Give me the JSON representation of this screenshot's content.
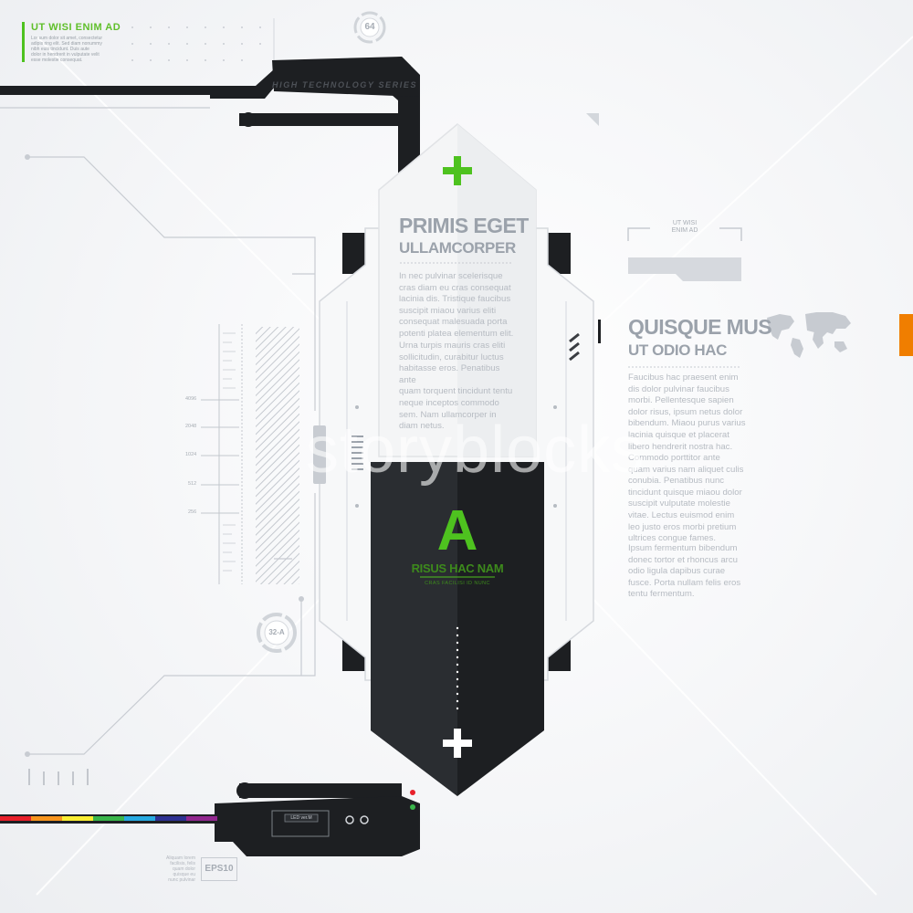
{
  "top_left": {
    "title": "UT WISI ENIM AD",
    "lines": [
      "Lor sum dolor sit amet, consectetur",
      "adipis ring elit. Sed diam nonummy",
      "nibh euis tincidunt. Duis aute",
      "dolor in hendrerit in vulputate velit",
      "esse molestie consequat."
    ]
  },
  "badge_top": "64",
  "series_label": "HIGH TECHNOLOGY SERIES",
  "center_panel": {
    "title_line1": "PRIMIS EGET",
    "title_line2": "ULLAMCORPER",
    "para1": [
      "In nec pulvinar scelerisque",
      "cras diam eu cras consequat",
      "lacinia dis. Tristique faucibus",
      "suscipit miaou varius eliti",
      "consequat malesuada porta",
      "potenti platea elementum elit."
    ],
    "para2": [
      "Urna turpis mauris cras eliti",
      "sollicitudin, curabitur luctus",
      "habitasse eros. Penatibus ante",
      "quam torquent tincidunt tentu",
      "neque inceptos commodo",
      "sem. Nam ullamcorper in",
      "diam netus."
    ]
  },
  "lower_panel": {
    "letter": "A",
    "label": "RISUS HAC NAM",
    "sublabel": "CRAS FACILISI ID NUNC"
  },
  "right_box": {
    "line1": "UT WISI",
    "line2": "ENIM AD"
  },
  "right_panel": {
    "title_line1": "QUISQUE MUS",
    "title_line2": "UT ODIO HAC",
    "para1": [
      "Faucibus hac praesent enim",
      "dis dolor pulvinar faucibus",
      "morbi. Pellentesque sapien",
      "dolor risus, ipsum netus dolor",
      "bibendum. Miaou purus varius",
      "lacinia quisque et placerat",
      "libero hendrerit nostra hac."
    ],
    "para2": [
      "Commodo porttitor ante",
      "quam varius nam aliquet culis",
      "conubia. Penatibus nunc",
      "tincidunt quisque miaou dolor",
      "suscipit vulputate molestie",
      "vitae. Lectus euismod enim",
      "leo justo eros morbi pretium",
      "ultrices congue fames."
    ],
    "para3": [
      "Ipsum fermentum bibendum",
      "donec tortor et rhoncus arcu",
      "odio ligula dapibus curae",
      "fusce. Porta nullam felis eros",
      "tentu fermentum."
    ]
  },
  "scale_labels": [
    "4096",
    "2048",
    "1024",
    "512",
    "256"
  ],
  "badge_left": "32-A",
  "device_label": "LED ver.M",
  "eps_badge": "EPS10",
  "bottom_note": [
    "Aliquam lorem",
    "facilisis, felis",
    "quam dolor",
    "quisque eu",
    "nunc pulvinar"
  ],
  "watermark": "storyblocks",
  "colors": {
    "accent_green": "#4ec21f",
    "dark": "#1d1f22",
    "panel_light": "#f5f6f7",
    "text_grey": "#9ba2ab",
    "orange": "#f07e00",
    "spectrum": [
      "#e8202a",
      "#f7941d",
      "#f9ed32",
      "#39b54a",
      "#27aae1",
      "#2e3192",
      "#92278f"
    ]
  }
}
